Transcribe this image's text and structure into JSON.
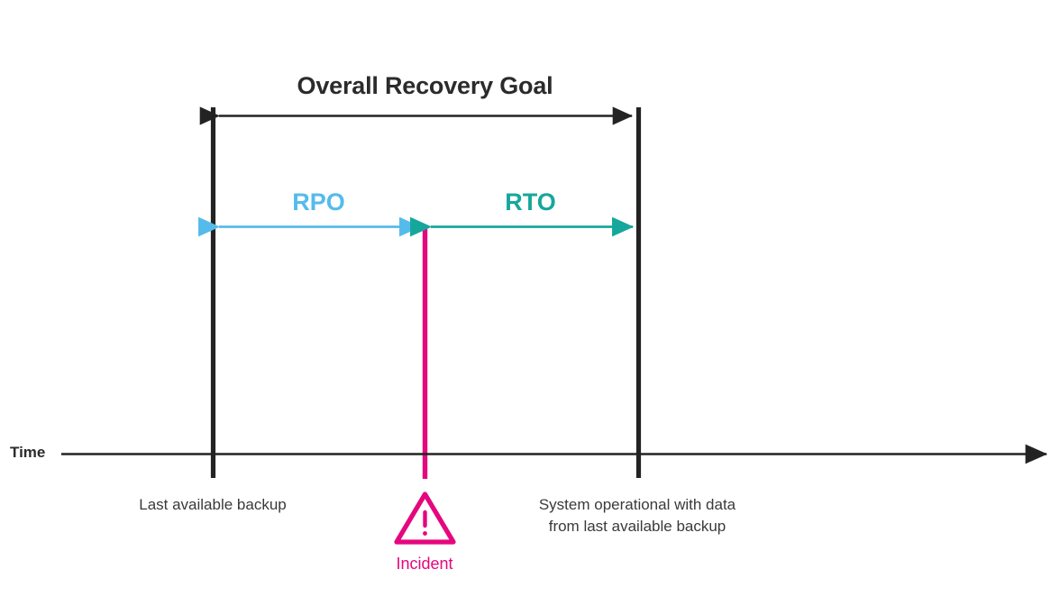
{
  "diagram": {
    "title": "Overall Recovery Goal",
    "axis": {
      "label": "Time",
      "arrow_direction": "right"
    },
    "segments": [
      {
        "key": "rpo",
        "label": "RPO",
        "color": "#55bbeb",
        "from": "Last available backup",
        "to": "Incident",
        "arrow_style": "double"
      },
      {
        "key": "rto",
        "label": "RTO",
        "color": "#16a79c",
        "from": "Incident",
        "to": "System operational with data from last available backup",
        "arrow_style": "double"
      },
      {
        "key": "overall",
        "label": "Overall Recovery Goal",
        "color": "#232323",
        "from": "Last available backup",
        "to": "System operational with data from last available backup",
        "arrow_style": "double"
      }
    ],
    "markers": [
      {
        "key": "backup",
        "caption": "Last available backup",
        "color": "#232323",
        "icon": "vertical-bar"
      },
      {
        "key": "incident",
        "caption": "Incident",
        "color": "#e5077d",
        "icon": "warning-triangle-icon"
      },
      {
        "key": "operational",
        "caption": "System operational with data from last available backup",
        "color": "#232323",
        "icon": "vertical-bar"
      }
    ],
    "colors": {
      "rpo": "#55bbeb",
      "rto": "#16a79c",
      "incident": "#e5077d",
      "ink": "#232323",
      "text": "#2b2b2b",
      "caption": "#3a3a3a",
      "background": "#ffffff"
    }
  }
}
